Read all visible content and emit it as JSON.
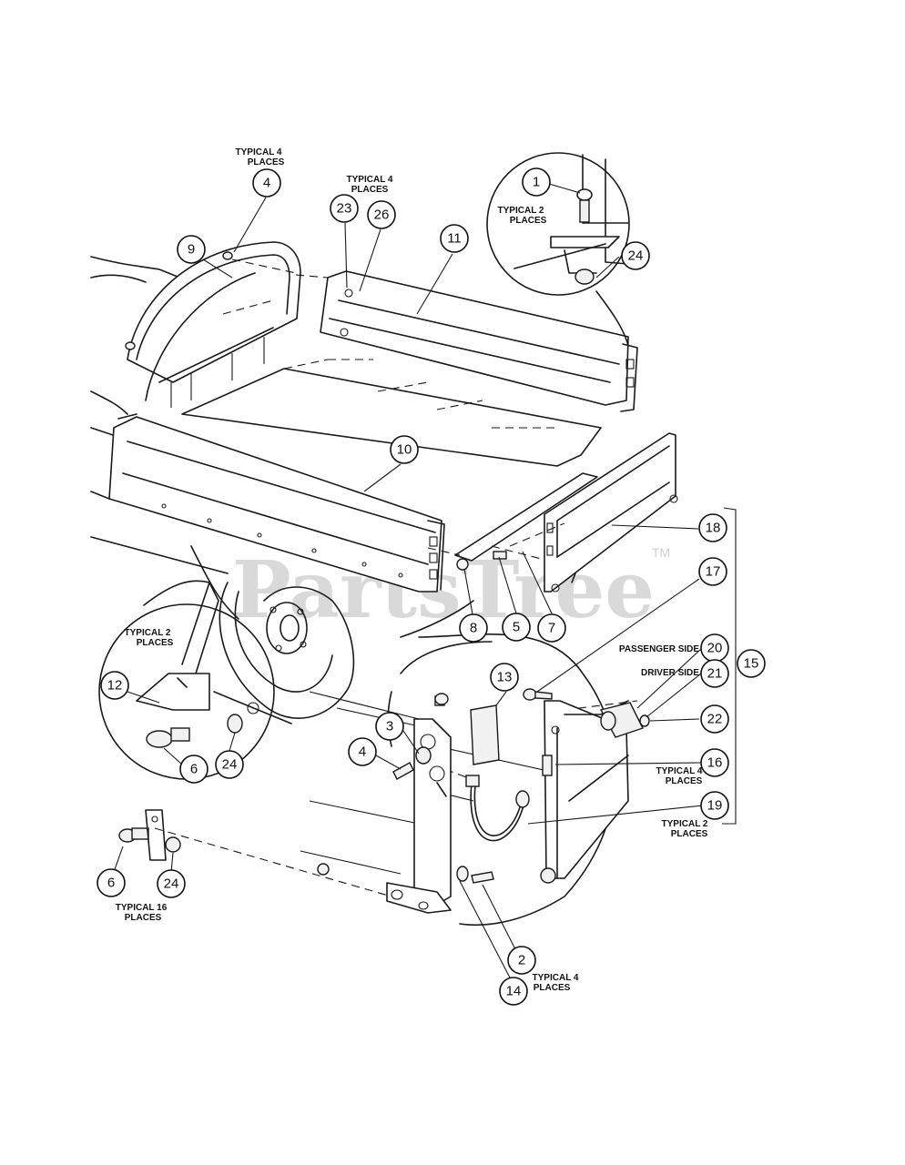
{
  "watermark": {
    "text": "PartsTree",
    "trademark": "TM"
  },
  "callouts": {
    "c1": "1",
    "c2": "2",
    "c3": "3",
    "c4a": "4",
    "c4b": "4",
    "c5": "5",
    "c6a": "6",
    "c6b": "6",
    "c7": "7",
    "c8": "8",
    "c9": "9",
    "c10": "10",
    "c11": "11",
    "c12": "12",
    "c13": "13",
    "c14": "14",
    "c15": "15",
    "c16": "16",
    "c17": "17",
    "c18": "18",
    "c19": "19",
    "c20": "20",
    "c21": "21",
    "c22": "22",
    "c23": "23",
    "c24a": "24",
    "c24b": "24",
    "c24c": "24",
    "c26": "26"
  },
  "notes": {
    "typical4_l1": "TYPICAL 4",
    "places": "PLACES",
    "typical2_l1": "TYPICAL 2",
    "typical16_l1": "TYPICAL 16",
    "passenger_side": "PASSENGER SIDE",
    "driver_side": "DRIVER SIDE"
  }
}
